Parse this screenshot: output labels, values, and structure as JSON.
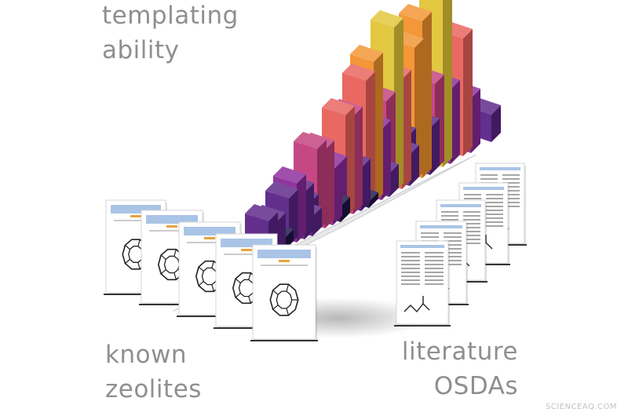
{
  "labels": {
    "top": [
      "templating",
      "ability"
    ],
    "left": [
      "known",
      "zeolites"
    ],
    "right": [
      "literature",
      "OSDAs"
    ]
  },
  "watermark": "SCIENCEAQ.COM",
  "colors": {
    "background": "#ffffff",
    "label": "#8f8f8f",
    "colormap": [
      "#1c1444",
      "#5a2487",
      "#8a2a9a",
      "#c23e7d",
      "#e8615a",
      "#f2922e",
      "#e0c436",
      "#dddcb4"
    ]
  },
  "icons": {
    "zeolite_card": "zeolite-framework-cage-icon",
    "osda_card": "osda-molecule-document-icon"
  }
}
